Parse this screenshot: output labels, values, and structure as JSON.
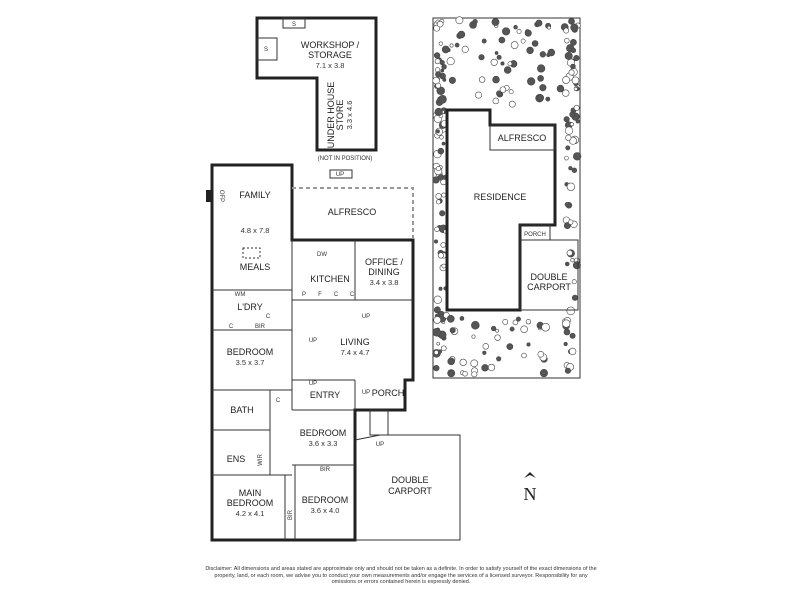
{
  "outbuilding": {
    "workshop_label": "WORKSHOP /",
    "workshop_label2": "STORAGE",
    "workshop_dim": "7.1 x 3.8",
    "store_label": "UNDER HOUSE",
    "store_label2": "STORE",
    "store_dim": "3.3 x 4.6",
    "shelf_1": "S",
    "shelf_2": "S",
    "note": "(NOT IN POSITION)"
  },
  "rooms": {
    "family": "FAMILY",
    "family_dim": "4.8 x 7.8",
    "meals": "MEALS",
    "alfresco": "ALFRESCO",
    "kitchen": "KITCHEN",
    "dw": "DW",
    "office": "OFFICE /",
    "office2": "DINING",
    "office_dim": "3.4 x 3.8",
    "wm": "WM",
    "laundry": "L'DRY",
    "c": "C",
    "bir": "BIR",
    "p": "P",
    "f": "F",
    "living": "LIVING",
    "living_dim": "7.4 x 4.7",
    "bedroom": "BEDROOM",
    "bedroom1_dim": "3.5 x 3.7",
    "bath": "BATH",
    "ens": "ENS",
    "wir": "WIR",
    "entry": "ENTRY",
    "porch": "PORCH",
    "bedroom2_dim": "3.6 x 3.3",
    "main_bedroom": "MAIN",
    "main_bedroom2": "BEDROOM",
    "main_bedroom_dim": "4.2 x 4.1",
    "bedroom3_dim": "3.6 x 4.0",
    "carport": "DOUBLE",
    "carport2": "CARPORT",
    "up": "UP",
    "ofp": "OFP"
  },
  "site": {
    "residence": "RESIDENCE",
    "alfresco": "ALFRESCO",
    "porch": "PORCH",
    "carport": "DOUBLE",
    "carport2": "CARPORT"
  },
  "north": "N",
  "disclaimer": "Disclaimer: All dimensions and areas stated are approximate only and should not be taken as a definite. In order to satisfy yourself of the exact dimensions of the property, land, or each room, we advise you to conduct your own measurements and/or engage the services of a licensed surveyor. Responsibility for any omissions or errors contained herein is expressly denied."
}
